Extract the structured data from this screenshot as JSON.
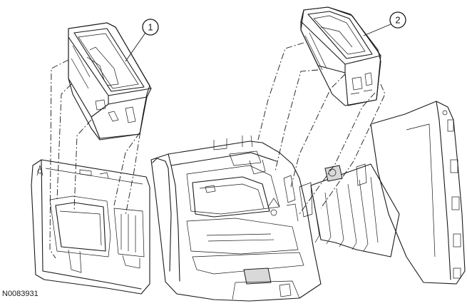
{
  "figure_id": "N0083931",
  "callouts": [
    {
      "label": "1"
    },
    {
      "label": "2"
    }
  ]
}
